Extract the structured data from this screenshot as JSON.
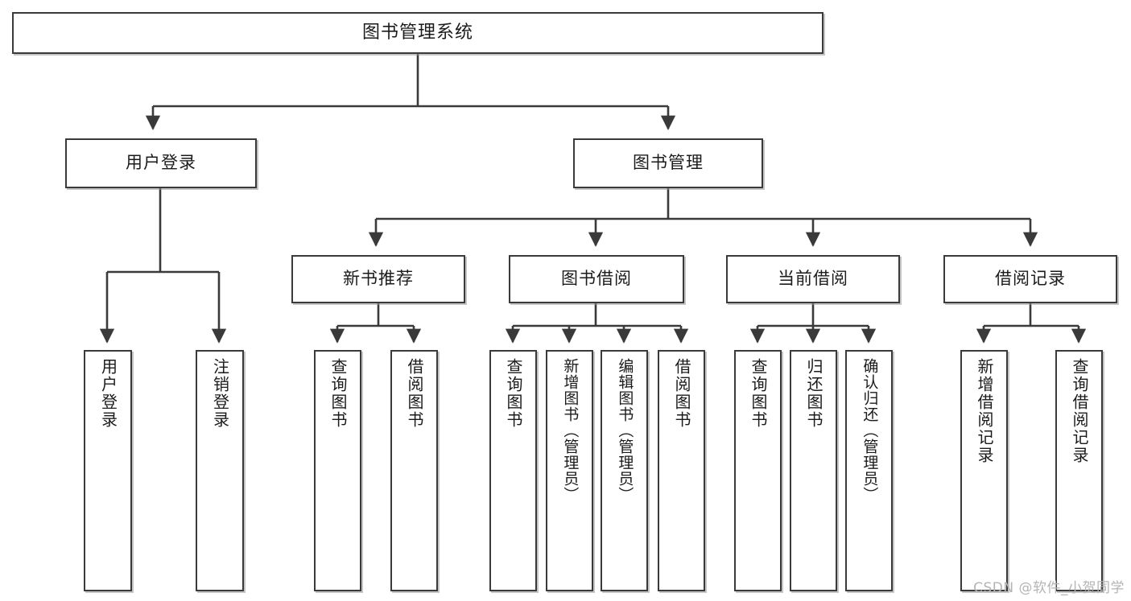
{
  "diagram": {
    "title": "图书管理系统",
    "type": "tree-hierarchy",
    "watermark": "CSDN @软件_小贺同学",
    "colors": {
      "box_border": "#3a3a3a",
      "box_fill": "#ffffff",
      "connector": "#3a3a3a",
      "text": "#1b1b1b",
      "watermark": "#b4b4b4",
      "background": "#ffffff"
    },
    "root": {
      "label": "图书管理系统"
    },
    "level2": [
      {
        "label": "用户登录"
      },
      {
        "label": "图书管理"
      }
    ],
    "level3": [
      {
        "label": "新书推荐"
      },
      {
        "label": "图书借阅"
      },
      {
        "label": "当前借阅"
      },
      {
        "label": "借阅记录"
      }
    ],
    "leaves": {
      "user_login": [
        {
          "label": "用户登录"
        },
        {
          "label": "注销登录"
        }
      ],
      "new_book_recommend": [
        {
          "label": "查询图书"
        },
        {
          "label": "借阅图书"
        }
      ],
      "book_borrow": [
        {
          "label": "查询图书"
        },
        {
          "label": "新增图书（管理员）"
        },
        {
          "label": "编辑图书（管理员）"
        },
        {
          "label": "借阅图书"
        }
      ],
      "current_borrow": [
        {
          "label": "查询图书"
        },
        {
          "label": "归还图书"
        },
        {
          "label": "确认归还（管理员）"
        }
      ],
      "borrow_record": [
        {
          "label": "新增借阅记录"
        },
        {
          "label": "查询借阅记录"
        }
      ]
    }
  }
}
